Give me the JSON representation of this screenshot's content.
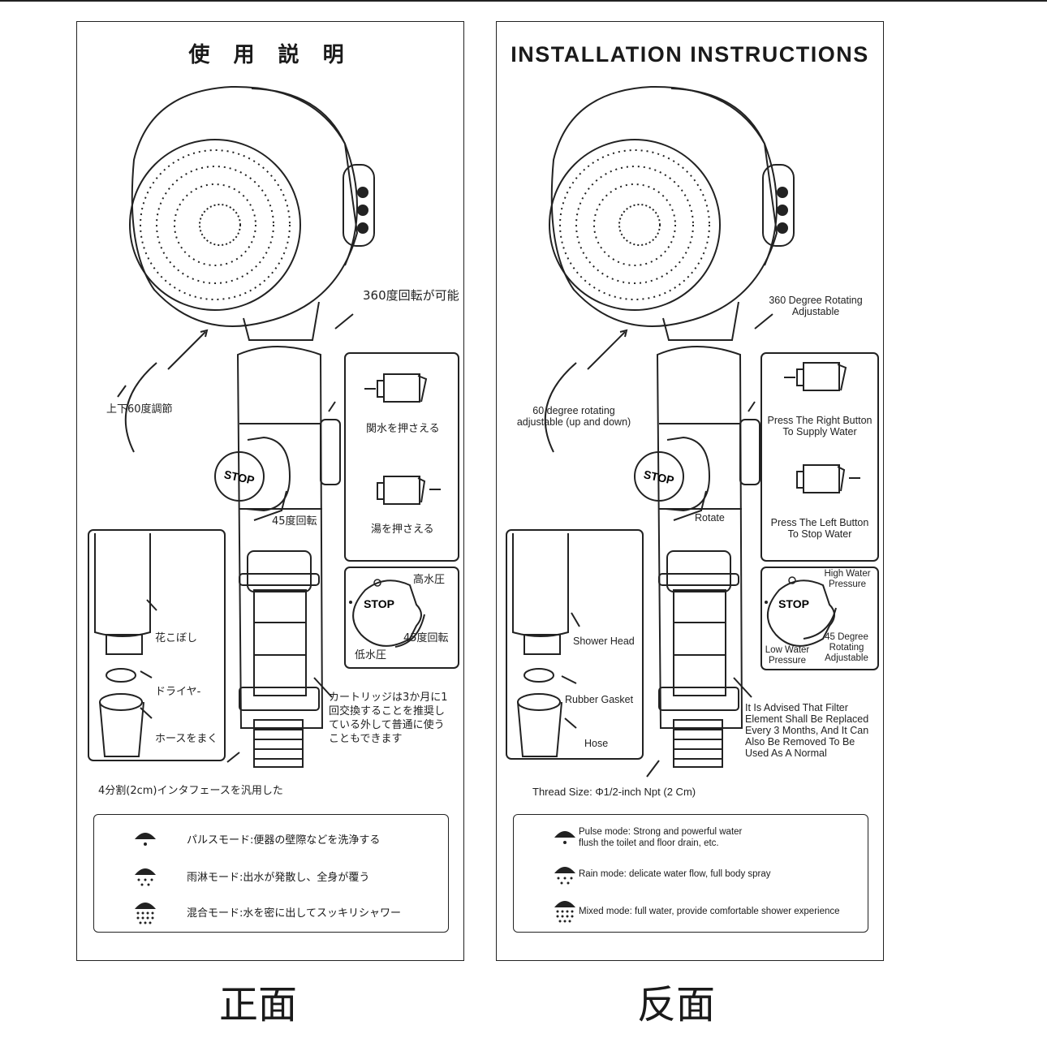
{
  "left": {
    "title": "使 用 説 明",
    "rotate_label": "360度回転が可能",
    "tilt_label": "上下60度調節",
    "stop_rotate_label": "45度回転",
    "press_right": "関水を押さえる",
    "press_left": "湯を押さえる",
    "high_pressure": "高水圧",
    "low_pressure": "低水圧",
    "rotate45": "45度回転",
    "shower_head": "花こぼし",
    "gasket": "ドライヤ-",
    "hose": "ホースをまく",
    "filter_note": "カートリッジは3か月に1\n回交換することを推奨し\nている外して普通に使う\nこともできます",
    "thread": "4分割(2cm)インタフェースを汎用した",
    "modes": [
      "パルスモード:便器の壁際などを洗浄する",
      "雨淋モード:出水が発散し、全身が覆う",
      "混合モード:水を密に出してスッキリシャワー"
    ]
  },
  "right": {
    "title": "INSTALLATION INSTRUCTIONS",
    "rotate_label": "360 Degree Rotating\nAdjustable",
    "tilt_label": "60 degree rotating\nadjustable (up and down)",
    "stop_rotate_label": "Rotate",
    "press_right": "Press The Right Button\nTo Supply Water",
    "press_left": "Press The Left Button\nTo Stop Water",
    "high_pressure": "High Water\nPressure",
    "low_pressure": "Low Water\nPressure",
    "rotate45": "45 Degree\nRotating\nAdjustable",
    "shower_head": "Shower Head",
    "gasket": "Rubber Gasket",
    "hose": "Hose",
    "filter_note": "It Is Advised That Filter\nElement Shall Be Replaced\nEvery 3 Months, And It Can\nAlso Be Removed To Be\nUsed As A Normal",
    "thread": "Thread Size: Φ1/2-inch Npt (2 Cm)",
    "modes": [
      "Pulse mode: Strong and powerful water\nflush the toilet and floor drain, etc.",
      "Rain mode: delicate water flow, full body spray",
      "Mixed mode: full water, provide comfortable shower experience"
    ]
  },
  "stop_text": "STOP",
  "captions": {
    "front": "正面",
    "back": "反面"
  },
  "icons": [
    "pulse-mode-icon",
    "rain-mode-icon",
    "mixed-mode-icon"
  ]
}
